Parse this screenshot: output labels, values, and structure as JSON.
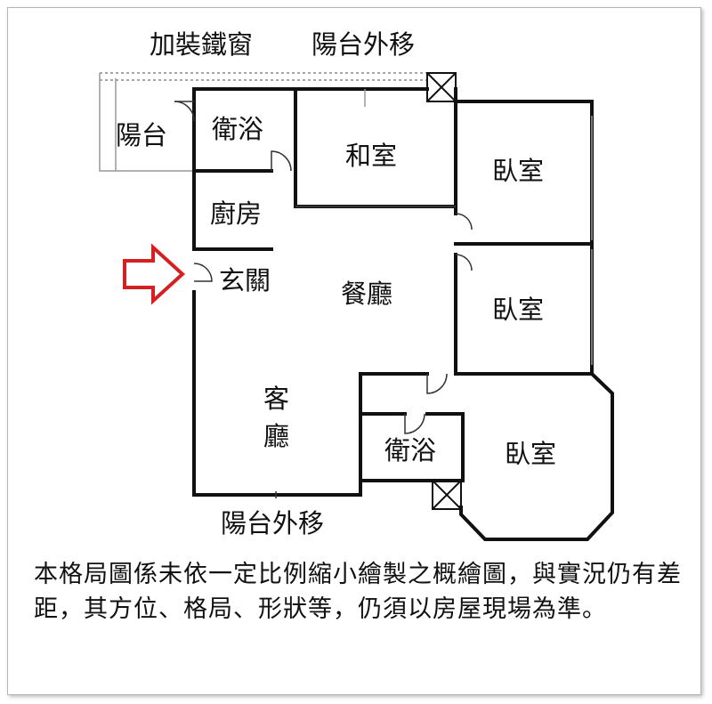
{
  "labels": {
    "iron_window": "加裝鐵窗",
    "balcony_shift_top": "陽台外移",
    "balcony": "陽台",
    "bath_upper": "衛浴",
    "japanese_room": "和室",
    "bedroom_top": "臥室",
    "kitchen": "廚房",
    "entrance": "玄關",
    "dining": "餐廳",
    "bedroom_mid": "臥室",
    "living_1": "客",
    "living_2": "廳",
    "bath_lower": "衛浴",
    "bedroom_bottom": "臥室",
    "balcony_shift_bottom": "陽台外移"
  },
  "disclaimer": "本格局圖係未依一定比例縮小繪製之概繪圖，與實況仍有差距，其方位、格局、形狀等，仍須以房屋現場為準。",
  "colors": {
    "wall": "#111111",
    "arrow": "#d42020",
    "thin": "#999999"
  },
  "icons": {
    "entrance_arrow": "arrow-right-outline-icon"
  }
}
